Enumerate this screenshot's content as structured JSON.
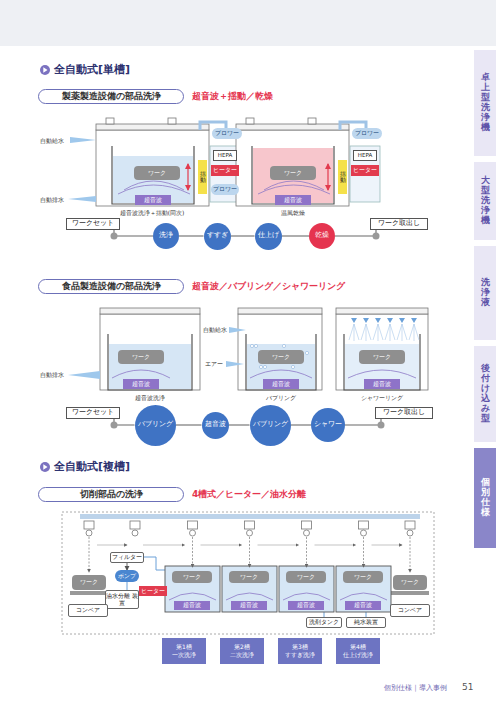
{
  "diagram": {
    "nodes": [
      {
        "text": [
          "卓上型洗浄機"
        ]
      },
      {
        "text": [
          "大型洗浄機"
        ]
      },
      {
        "text": [
          "洗浄液"
        ]
      },
      {
        "text": [
          "後付け込み型"
        ]
      },
      {
        "text": [
          "個別仕様"
        ]
      },
      {
        "text": [
          "製薬製造設備の部品洗浄"
        ]
      },
      {
        "text": [
          "ブロワー"
        ]
      },
      {
        "text": [
          "HEPA"
        ]
      },
      {
        "text": [
          "揺動"
        ]
      },
      {
        "text": [
          "ヒーター"
        ]
      },
      {
        "text": [
          "ワーク"
        ]
      },
      {
        "text": [
          "ブロワー"
        ]
      },
      {
        "text": [
          "超音波"
        ]
      },
      {
        "text": [
          "ブロワー"
        ]
      },
      {
        "text": [
          "HEPA"
        ]
      },
      {
        "text": [
          "揺動"
        ]
      },
      {
        "text": [
          "ヒーター"
        ]
      },
      {
        "text": [
          "ワーク"
        ]
      },
      {
        "text": [
          "超音波"
        ]
      },
      {
        "text": [
          "ワークセット"
        ]
      },
      {
        "text": [
          "洗浄"
        ]
      },
      {
        "text": [
          "すすぎ"
        ]
      },
      {
        "text": [
          "仕上げ"
        ]
      },
      {
        "text": [
          "乾燥"
        ]
      },
      {
        "text": [
          "ワーク取出し"
        ]
      },
      {
        "text": [
          "食品製造設備の部品洗浄"
        ]
      },
      {
        "text": [
          "ワーク"
        ]
      },
      {
        "text": [
          "超音波"
        ]
      },
      {
        "text": [
          "ワーク"
        ]
      },
      {
        "text": [
          "超音波"
        ]
      },
      {
        "text": [
          "ワーク"
        ]
      },
      {
        "text": [
          "超音波"
        ]
      },
      {
        "text": [
          "ワークセット"
        ]
      },
      {
        "text": [
          "バブリング"
        ]
      },
      {
        "text": [
          "超音波"
        ]
      },
      {
        "text": [
          "バブリング"
        ]
      },
      {
        "text": [
          "シャワー"
        ]
      },
      {
        "text": [
          "ワーク取出し"
        ]
      },
      {
        "text": [
          "切削部品の洗浄"
        ]
      },
      {
        "text": [
          "フィルター"
        ]
      },
      {
        "text": [
          "ポンプ"
        ]
      },
      {
        "text": [
          "油水分離 装置"
        ]
      },
      {
        "text": [
          "ヒーター"
        ]
      },
      {
        "text": [
          "ワーク"
        ]
      },
      {
        "text": [
          "ワーク"
        ]
      },
      {
        "text": [
          "ワーク"
        ]
      },
      {
        "text": [
          "ワーク"
        ]
      },
      {
        "text": [
          "ワーク"
        ]
      },
      {
        "text": [
          "ワーク"
        ]
      },
      {
        "text": [
          "超音波"
        ]
      },
      {
        "text": [
          "超音波"
        ]
      },
      {
        "text": [
          "超音波"
        ]
      },
      {
        "text": [
          "超音波"
        ]
      },
      {
        "text": [
          "コンベア"
        ]
      },
      {
        "text": [
          "洗剤タンク"
        ]
      },
      {
        "text": [
          "純水装置"
        ]
      },
      {
        "text": [
          "コンベア"
        ]
      },
      {
        "text": [
          "第1槽",
          "一次洗浄"
        ]
      },
      {
        "text": [
          "第2槽",
          "二次洗浄"
        ]
      },
      {
        "text": [
          "第3槽",
          "すすぎ洗浄"
        ]
      },
      {
        "text": [
          "第4槽",
          "仕上げ洗浄"
        ]
      }
    ],
    "edges": [
      {
        "from": 19,
        "to": 20,
        "arrow": "none"
      },
      {
        "from": 20,
        "to": 21,
        "arrow": "none"
      },
      {
        "from": 21,
        "to": 22,
        "arrow": "none"
      },
      {
        "from": 22,
        "to": 23,
        "arrow": "none"
      },
      {
        "from": 23,
        "to": 24,
        "arrow": "none"
      },
      {
        "from": 32,
        "to": 33,
        "arrow": "none"
      },
      {
        "from": 33,
        "to": 34,
        "arrow": "none"
      },
      {
        "from": 34,
        "to": 35,
        "arrow": "none"
      },
      {
        "from": 35,
        "to": 36,
        "arrow": "none"
      },
      {
        "from": 36,
        "to": 37,
        "arrow": "none"
      },
      {
        "from": 39,
        "to": 40,
        "arrow": "to"
      }
    ],
    "labels": [
      "全自動式[単槽]",
      "超音波＋揺動／乾燥",
      "自動給水",
      "自動排水",
      "超音波洗浄＋揺動(同次)",
      "温風乾燥",
      "超音波／バブリング／シャワーリング",
      "自動給水",
      "エアー",
      "自動排水",
      "超音波洗浄",
      "バブリング",
      "シャワーリング",
      "全自動式[複槽]",
      "4槽式／ヒーター／油水分離",
      "個別仕様｜導入事例",
      "51"
    ]
  }
}
